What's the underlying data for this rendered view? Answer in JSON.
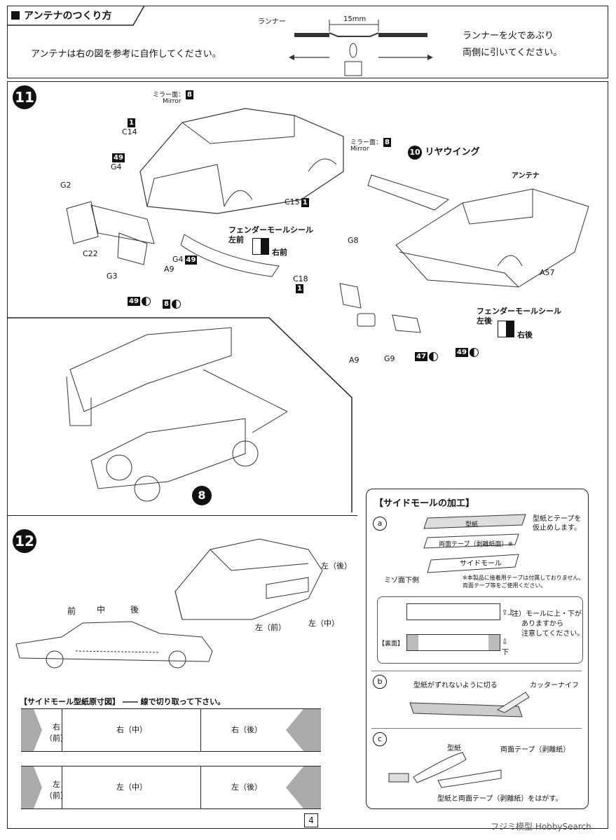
{
  "antenna": {
    "title": "アンテナのつくり方",
    "instruction": "アンテナは右の図を参考に自作してください。",
    "runner_label": "ランナー",
    "dimension": "15mm",
    "heat_line1": "ランナーを火であぶり",
    "heat_line2": "両側に引いてください。"
  },
  "step11": {
    "number": "11",
    "mirror1_label": "ミラー面：",
    "mirror1_color": "8",
    "mirror1_en": "Mirror",
    "c14_color": "1",
    "c14": "C14",
    "g4_color": "49",
    "g4": "G4",
    "g2": "G2",
    "c22": "C22",
    "g3": "G3",
    "g3_color": "49",
    "a9": "A9",
    "a9_color": "8",
    "g4b": "G4",
    "g4b_color": "49",
    "mirror2_label": "ミラー面：",
    "mirror2_color": "8",
    "mirror2_en": "Mirror",
    "c15": "C15",
    "c15_color": "1",
    "fender_seal": "フェンダーモールシール",
    "left_front": "左前",
    "right_front": "右前",
    "c18": "C18",
    "c18_color": "1",
    "step10_num": "10",
    "rear_wing": "リヤウイング",
    "antenna_label": "アンテナ",
    "g8": "G8",
    "a57": "A57",
    "fender_seal2": "フェンダーモールシール",
    "left_rear": "左後",
    "right_rear": "右後",
    "a9b": "A9",
    "g9": "G9",
    "g9_color": "47",
    "g9b_color": "49"
  },
  "step8": {
    "number": "8"
  },
  "step12": {
    "number": "12",
    "left_rear": "左（後）",
    "left_mid": "左（中）",
    "left_front": "左（前）",
    "front": "前",
    "middle": "中",
    "rear": "後"
  },
  "side_mold": {
    "title": "【サイドモールの加工】",
    "a_mark": "a",
    "a_note1": "型紙とテープを",
    "a_note2": "仮止めします。",
    "template_label": "型紙",
    "tape_label": "両面テープ（剥離紙面）※",
    "mold_label": "サイドモール",
    "groove_side": "ミゾ面下側",
    "notice1": "※本製品に接着用テープは付属しておりません。",
    "notice2": "両面テープ等をご使用ください。",
    "up": "上",
    "down": "下",
    "back_side": "【裏面】",
    "note_line1": "注）モールに上・下が",
    "note_line2": "ありますから",
    "note_line3": "注意してください。",
    "b_mark": "b",
    "b_note": "型紙がずれないように切る",
    "cutter": "カッターナイフ",
    "c_mark": "c",
    "c_template": "型紙",
    "c_tape": "両面テープ（剥離紙）",
    "c_note": "型紙と両面テープ（剥離紙）をはがす。"
  },
  "template_section": {
    "title": "【サイドモール型紙原寸図】",
    "instruction": "線で切り取って下さい。",
    "right_front_line1": "右",
    "right_front_line2": "（前）",
    "right_mid": "右（中）",
    "right_rear": "右（後）",
    "left_front_line1": "左",
    "left_front_line2": "（前）",
    "left_mid": "左（中）",
    "left_rear": "左（後）"
  },
  "footer": {
    "page": "4",
    "brand": "フジミ模型 HobbySearch"
  }
}
